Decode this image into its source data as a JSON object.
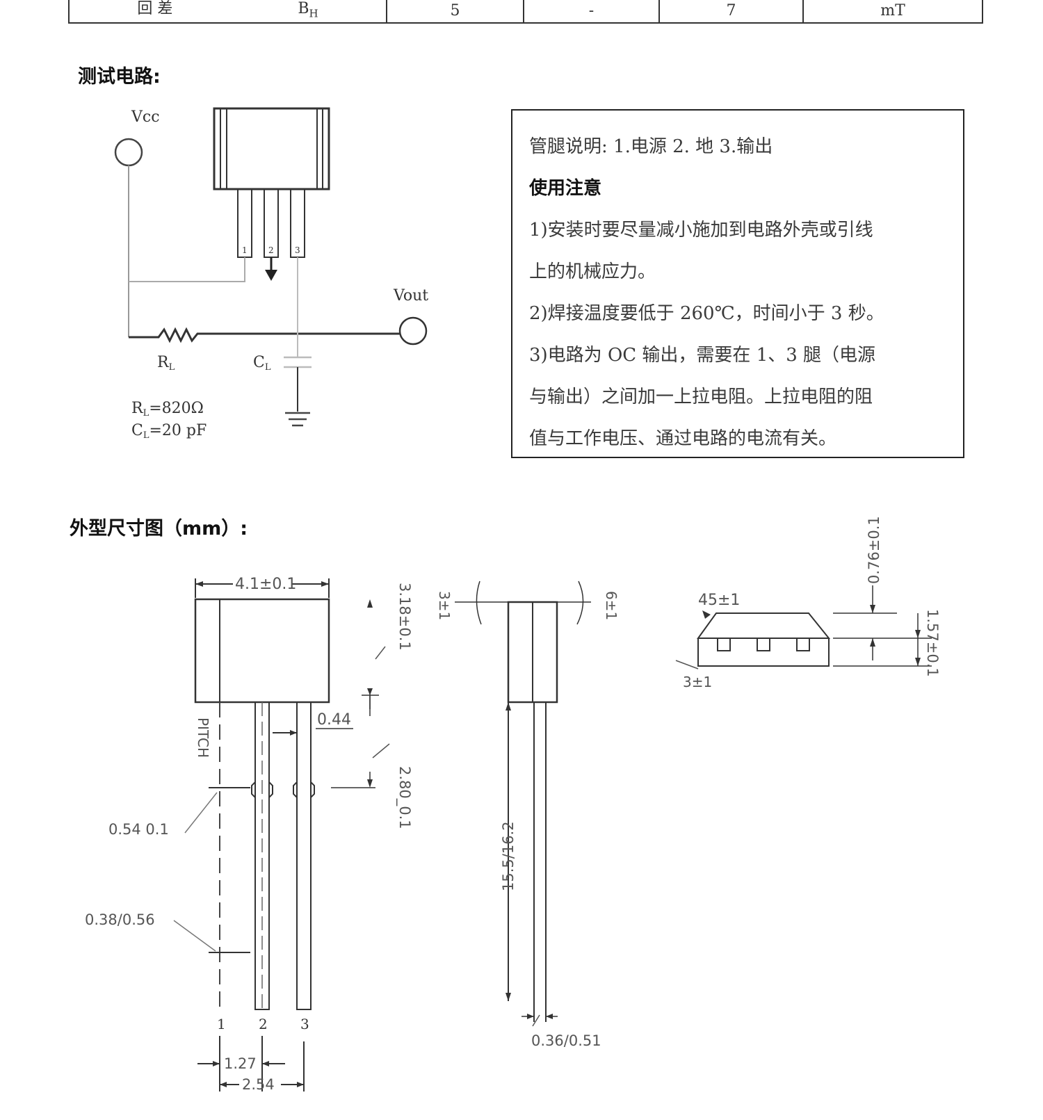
{
  "top_table": {
    "cells": [
      "回 差",
      "B",
      "H",
      "5",
      "-",
      "7",
      "mT"
    ]
  },
  "test_circuit": {
    "title": "测试电路:",
    "vcc_label": "Vcc",
    "vout_label": "Vout",
    "rl_label": "R",
    "rl_sub": "L",
    "cl_label": "C",
    "cl_sub": "L",
    "pins": [
      "1",
      "2",
      "3"
    ],
    "rl_value_prefix": "R",
    "rl_value_sub": "L",
    "rl_value": "=820Ω",
    "cl_value_prefix": "C",
    "cl_value_sub": "L",
    "cl_value": "=20 pF"
  },
  "notes": {
    "pin_desc": "管腿说明: 1.电源  2.  地  3.输出",
    "usage_title": "使用注意",
    "items": [
      "1)安装时要尽量减小施加到电路外壳或引线\n上的机械应力。",
      "2)焊接温度要低于 260℃，时间小于 3 秒。",
      "3)电路为 OC 输出，需要在 1、3 腿（电源\n与输出）之间加一上拉电阻。上拉电阻的阻\n值与工作电压、通过电路的电流有关。"
    ]
  },
  "dimensions": {
    "title": "外型尺寸图（mm）:",
    "width_label": "4.1±0.1",
    "body_height_label": "3.18±0.1",
    "pitch_label": "1.27",
    "span_label": "2.54",
    "lead_width_label": "0.44",
    "lead_label_2": "0.54  0.1",
    "lead_label_3": "0.38/0.56",
    "pin_length_label": "2.80_0.1",
    "pitch_marker": "PITCH",
    "lead_length_label": "15.5/16.2",
    "lead_thickness_label": "0.36/0.51",
    "angle_left": "3±1",
    "angle_right": "6±1",
    "chamfer_angle": "45±1",
    "bottom_angle": "3±1",
    "top_thickness_label": "0.76±0.1",
    "side_thickness_label": "1.57±0.1",
    "pin_numbers": [
      "1",
      "2",
      "3"
    ]
  }
}
